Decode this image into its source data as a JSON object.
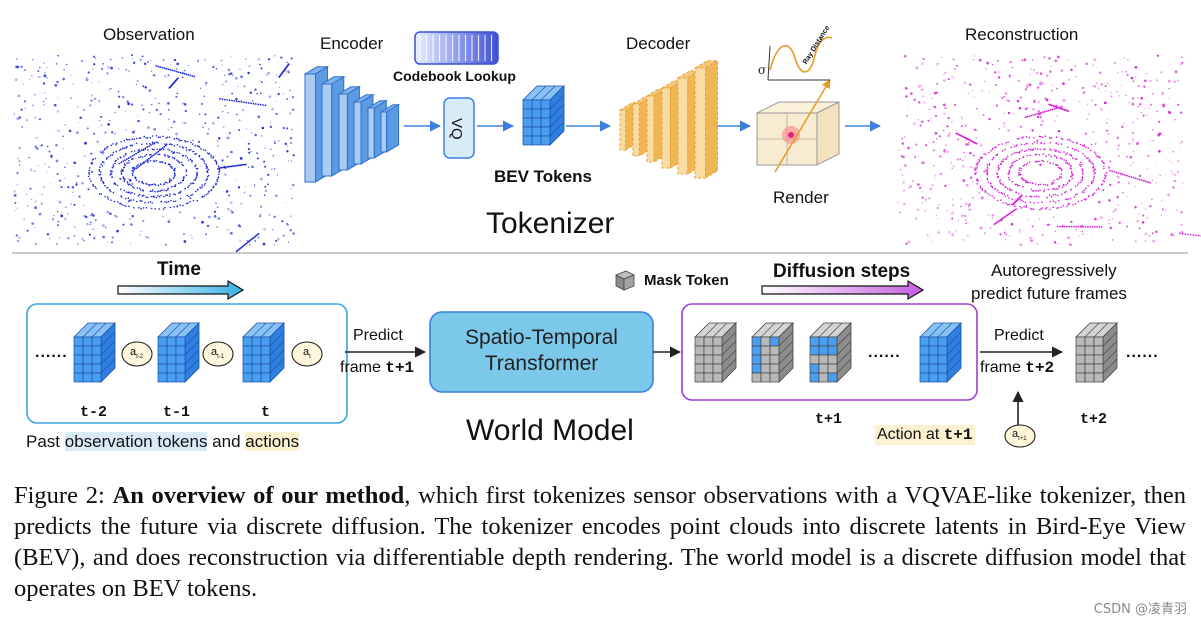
{
  "tokenizer": {
    "observation_label": "Observation",
    "encoder_label": "Encoder",
    "codebook_label": "Codebook Lookup",
    "vq_label": "VQ",
    "bev_tokens_label": "BEV Tokens",
    "decoder_label": "Decoder",
    "ray_distance_label": "Ray Distance",
    "render_label": "Render",
    "reconstruction_label": "Reconstruction",
    "section_title": "Tokenizer"
  },
  "world_model": {
    "time_label": "Time",
    "mask_token_label": "Mask Token",
    "diffusion_steps_label": "Diffusion steps",
    "autoregressive_line1": "Autoregressively",
    "autoregressive_line2": "predict future frames",
    "ellipsis": "......",
    "ellipsis_mid": "......",
    "ellipsis_right": "......",
    "time_steps": [
      "t-2",
      "t-1",
      "t"
    ],
    "action_labels": [
      "a",
      "a",
      "a"
    ],
    "action_subscripts": [
      "t-2",
      "t-1",
      "t"
    ],
    "predict_label": "Predict",
    "frame_label_prefix": "frame ",
    "frame_t1": "t+1",
    "frame_t2": "t+2",
    "transformer_line1": "Spatio-Temporal",
    "transformer_line2": "Transformer",
    "t_plus_1": "t+1",
    "t_plus_2": "t+2",
    "action_at_prefix": "Action at ",
    "action_at_value": "t+1",
    "action_future_label": "a",
    "action_future_sub": "t+1",
    "past_prefix": "Past ",
    "past_highlight1": "observation tokens",
    "past_mid": " and ",
    "past_highlight2": "actions",
    "section_title": "World Model"
  },
  "caption": {
    "prefix": "Figure 2: ",
    "bold": "An overview of our method",
    "rest": ", which first tokenizes sensor observations with a VQVAE-like tokenizer, then predicts the future via discrete diffusion. The tokenizer encodes point clouds into discrete latents in Bird-Eye View (BEV), and does reconstruction via differentiable depth rendering. The world model is a discrete diffusion model that operates on BEV tokens."
  },
  "watermark": "CSDN @凌青羽",
  "colors": {
    "point_cloud_blue": "#1f2bd6",
    "point_cloud_magenta": "#d81fd8",
    "token_blue": "#2f7fe0",
    "decoder_orange": "#f6c06a",
    "mask_gray": "#8c8c8c",
    "box_border_blue": "#3aa6e0",
    "box_border_purple": "#9b3fd6",
    "transformer_fill": "#7cc8ea"
  }
}
